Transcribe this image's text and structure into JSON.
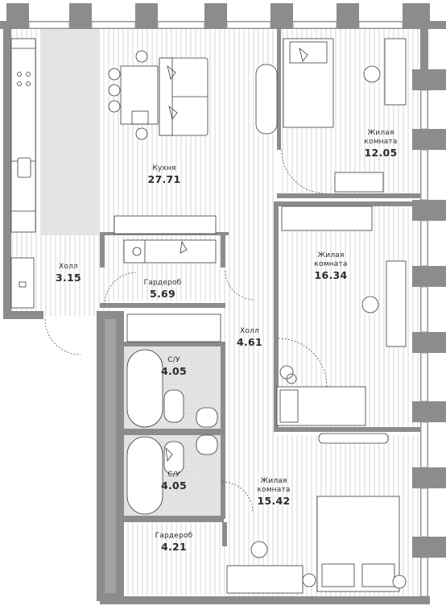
{
  "rooms": {
    "kitchen": {
      "name": "Кухня",
      "area": "27.71"
    },
    "bedroom1": {
      "name": "Жилая\nкомната",
      "area": "12.05"
    },
    "bedroom2": {
      "name": "Жилая\nкомната",
      "area": "16.34"
    },
    "bedroom3": {
      "name": "Жилая\nкомната",
      "area": "15.42"
    },
    "hall1": {
      "name": "Холл",
      "area": "3.15"
    },
    "wardrobe1": {
      "name": "Гардероб",
      "area": "5.69"
    },
    "hall2": {
      "name": "Холл",
      "area": "4.61"
    },
    "bathroom1": {
      "name": "С/У",
      "area": "4.05"
    },
    "bathroom2": {
      "name": "С/У",
      "area": "4.05"
    },
    "wardrobe2": {
      "name": "Гардероб",
      "area": "4.21"
    }
  },
  "colors": {
    "wall": "#8c8c8c",
    "wall_dark": "#6f6f6f",
    "hatch": "#d9d9d9",
    "lines": "#3a3a3a",
    "tile_bg": "#e6e6e6"
  }
}
